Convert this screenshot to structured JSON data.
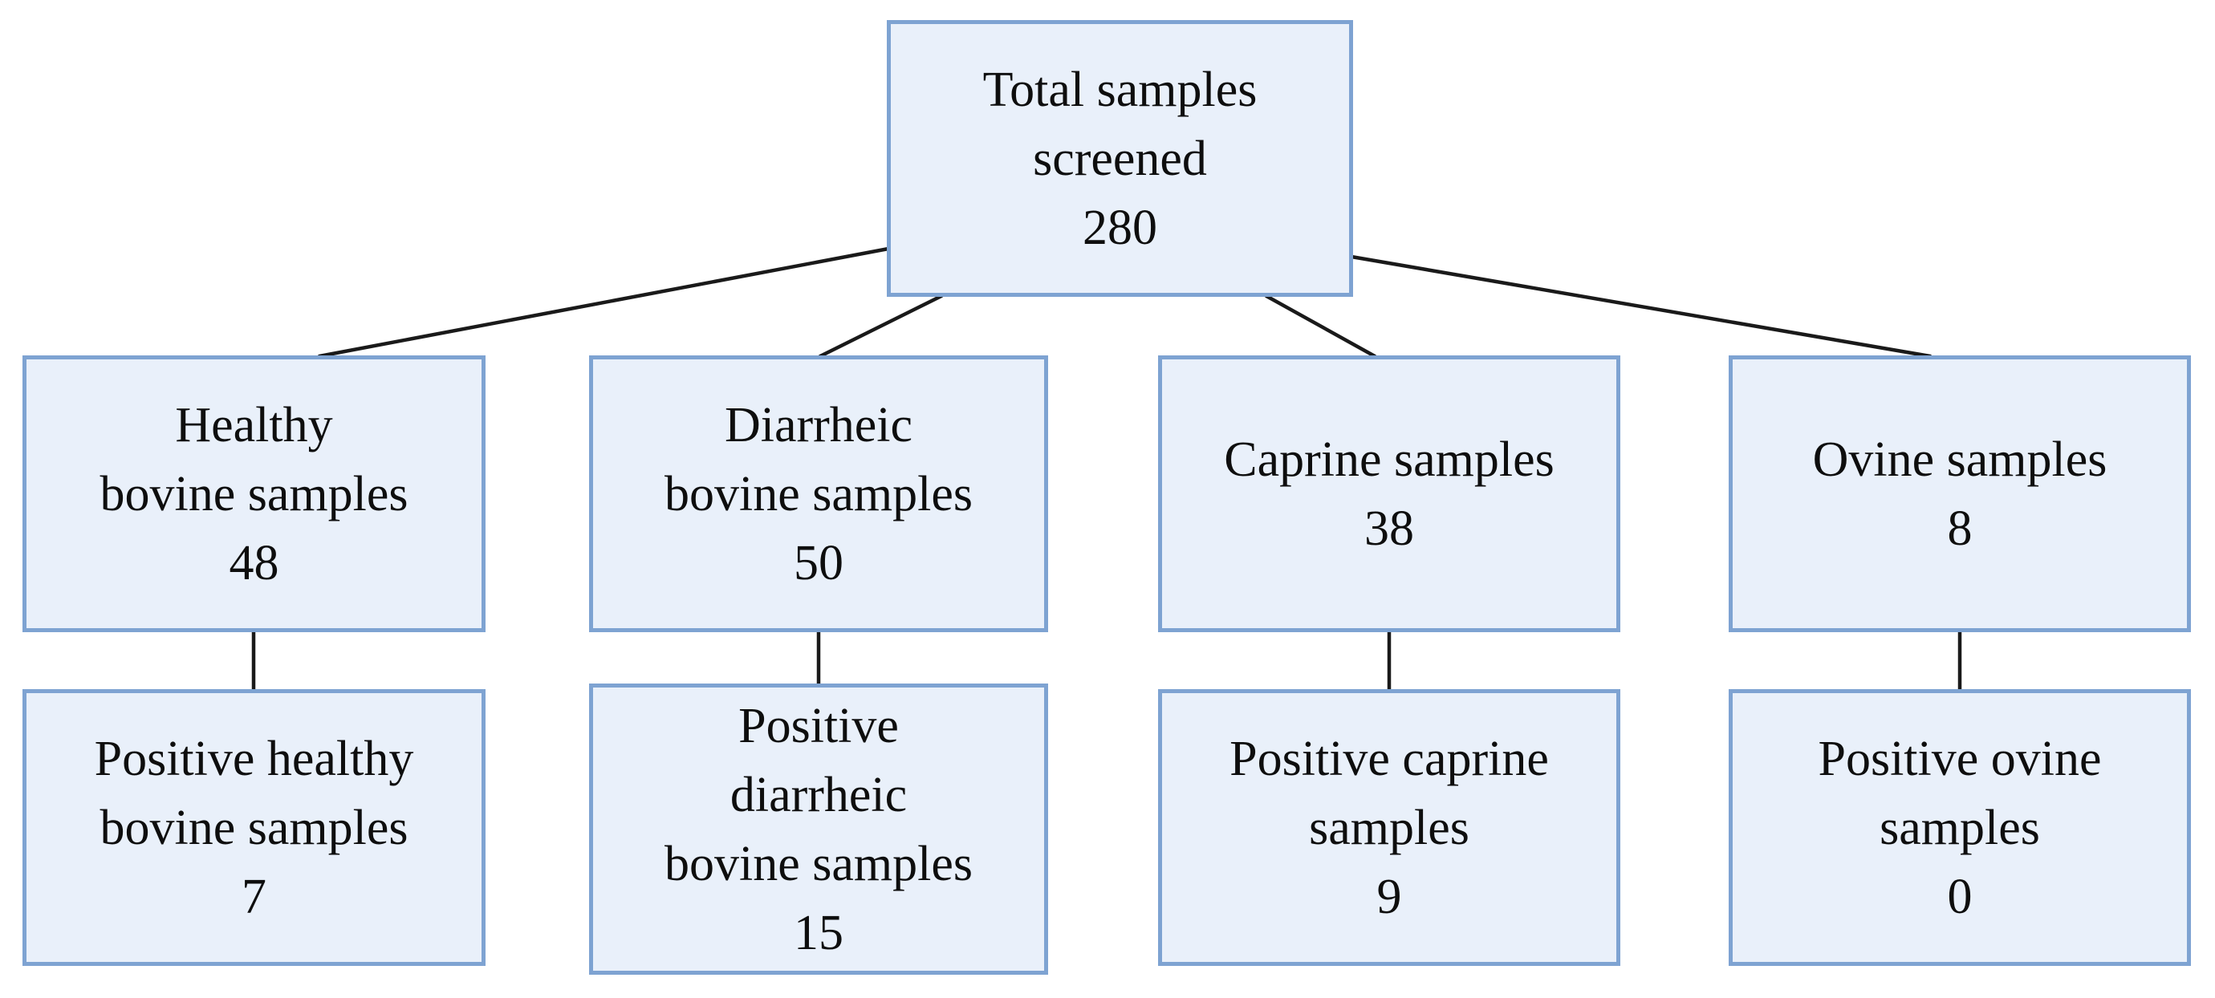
{
  "styles": {
    "box_fill": "#e9f0fa",
    "box_border": "#7ea3d2",
    "connector_color": "#1a1a1a",
    "text_color": "#0e0e0e",
    "background": "#ffffff"
  },
  "diagram": {
    "type": "flowchart",
    "description": "Sample screening flow diagram"
  },
  "nodes": {
    "total": {
      "label": "Total samples screened",
      "count": 280,
      "lines": [
        "Total samples",
        "screened",
        "280"
      ]
    },
    "healthy_bovine": {
      "label": "Healthy bovine samples",
      "count": 48,
      "lines": [
        "Healthy",
        "bovine samples",
        "48"
      ]
    },
    "diarrheic_bovine": {
      "label": "Diarrheic bovine samples",
      "count": 50,
      "lines": [
        "Diarrheic",
        "bovine samples",
        "50"
      ]
    },
    "caprine": {
      "label": "Caprine samples",
      "count": 38,
      "lines": [
        "Caprine samples",
        "38"
      ]
    },
    "ovine": {
      "label": "Ovine samples",
      "count": 8,
      "lines": [
        "Ovine samples",
        "8"
      ]
    },
    "positive_healthy_bovine": {
      "label": "Positive healthy bovine samples",
      "count": 7,
      "lines": [
        "Positive healthy",
        "bovine samples",
        "7"
      ]
    },
    "positive_diarrheic_bovine": {
      "label": "Positive diarrheic bovine samples",
      "count": 15,
      "lines": [
        "Positive",
        "diarrheic",
        "bovine samples",
        "15"
      ]
    },
    "positive_caprine": {
      "label": "Positive caprine samples",
      "count": 9,
      "lines": [
        "Positive caprine",
        "samples",
        "9"
      ]
    },
    "positive_ovine": {
      "label": "Positive ovine samples",
      "count": 0,
      "lines": [
        "Positive ovine",
        "samples",
        "0"
      ]
    }
  },
  "edges": [
    {
      "from": "total",
      "to": "healthy_bovine"
    },
    {
      "from": "total",
      "to": "diarrheic_bovine"
    },
    {
      "from": "total",
      "to": "caprine"
    },
    {
      "from": "total",
      "to": "ovine"
    },
    {
      "from": "healthy_bovine",
      "to": "positive_healthy_bovine"
    },
    {
      "from": "diarrheic_bovine",
      "to": "positive_diarrheic_bovine"
    },
    {
      "from": "caprine",
      "to": "positive_caprine"
    },
    {
      "from": "ovine",
      "to": "positive_ovine"
    }
  ]
}
